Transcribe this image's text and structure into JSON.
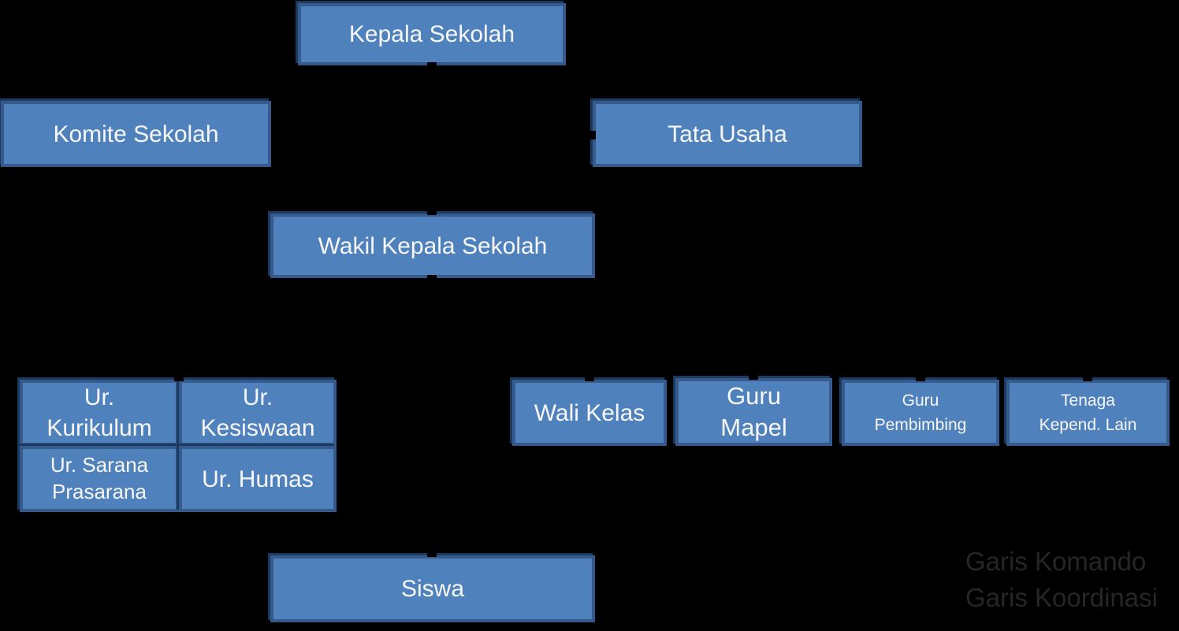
{
  "diagram": {
    "type": "organizational-chart",
    "background_color": "#000000",
    "box_fill_color": "#4F81BD",
    "box_border_color": "#375A8C",
    "box_edge_dark_color": "#1B3A60",
    "box_text_color": "#F7F7F7",
    "connector_color": "#000000",
    "legend_text_color": "#262626"
  },
  "nodes": {
    "kepala": {
      "label": "Kepala Sekolah"
    },
    "komite": {
      "label": "Komite Sekolah"
    },
    "tata": {
      "label": "Tata Usaha"
    },
    "wakil": {
      "label": "Wakil Kepala Sekolah"
    },
    "kurikulum": {
      "label": "Ur.\nKurikulum"
    },
    "kesiswaan": {
      "label": "Ur.\nKesiswaan"
    },
    "sarana": {
      "label": "Ur. Sarana\nPrasarana"
    },
    "humas": {
      "label": "Ur. Humas"
    },
    "wali": {
      "label": "Wali Kelas"
    },
    "mapel": {
      "label": "Guru\nMapel"
    },
    "pembimbing": {
      "label": "Guru\nPembimbing"
    },
    "tenaga": {
      "label": "Tenaga\nKepend. Lain"
    },
    "siswa": {
      "label": "Siswa"
    }
  },
  "legend": {
    "komando": "Garis Komando",
    "koordinasi": "Garis Koordinasi"
  }
}
